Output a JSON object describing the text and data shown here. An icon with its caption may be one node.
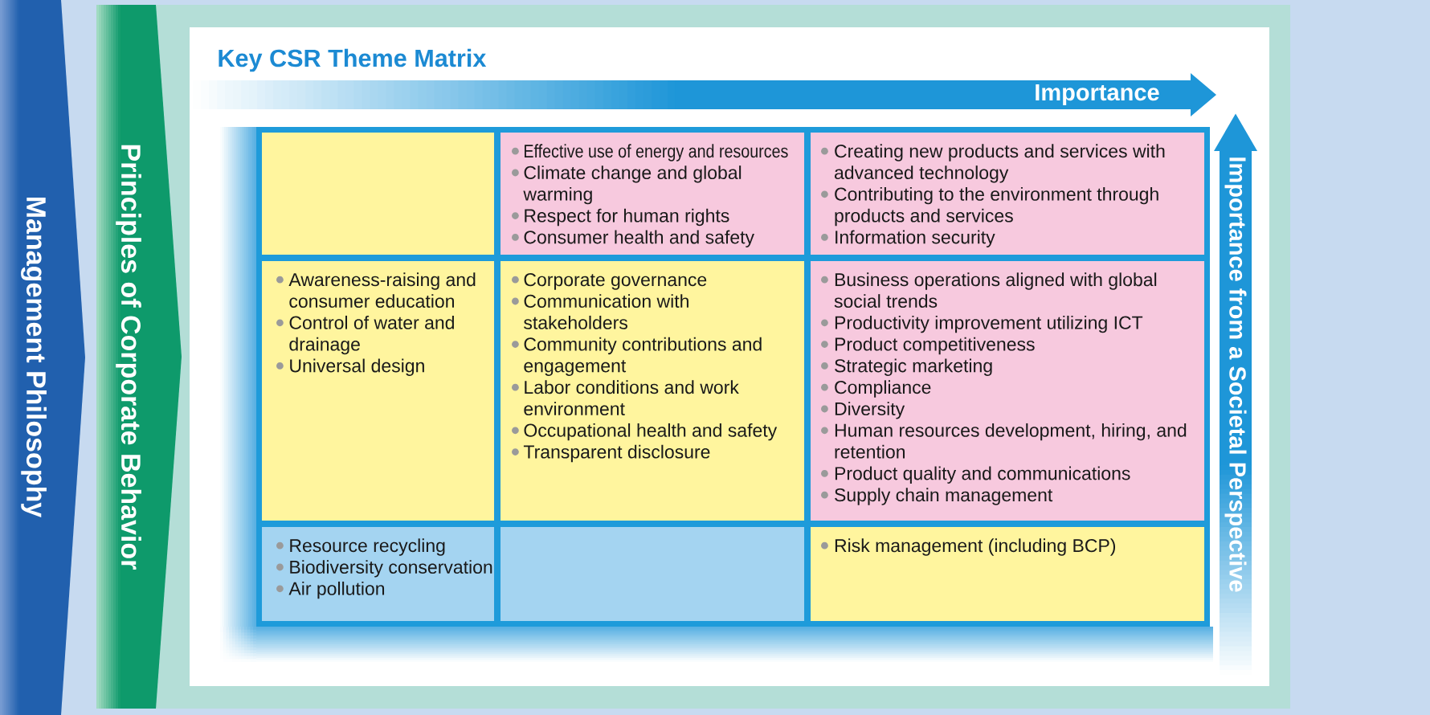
{
  "diagram": {
    "nodes": [
      {
        "text": [
          "Management Philosophy"
        ]
      },
      {
        "text": [
          "Principles of Corporate Behavior"
        ]
      },
      {
        "text": [
          "Key CSR Theme Matrix"
        ]
      },
      {
        "text": [
          "Importance"
        ],
        "in": 2
      },
      {
        "text": [
          "Importance from a Societal Perspective"
        ],
        "in": 2
      },
      {
        "text": [],
        "shape": "box",
        "in": 2
      },
      {
        "text": [
          "Effective use of energy and resources",
          "Climate change and global warming",
          "Respect for human rights",
          "Consumer health and safety"
        ],
        "in": 2
      },
      {
        "text": [
          "Creating new products and services with advanced technology",
          "Contributing to the environment through products and services",
          "Information security"
        ],
        "in": 2
      },
      {
        "text": [
          "Awareness-raising and consumer education",
          "Control of water and drainage",
          "Universal design"
        ],
        "in": 2
      },
      {
        "text": [
          "Corporate governance",
          "Communication with stakeholders",
          "Community contributions and engagement",
          "Labor conditions and work environment",
          "Occupational health and safety",
          "Transparent disclosure"
        ],
        "in": 2
      },
      {
        "text": [
          "Business operations aligned with global social trends",
          "Productivity improvement utilizing ICT",
          "Product competitiveness",
          "Strategic marketing",
          "Compliance",
          "Diversity",
          "Human resources development, hiring, and retention",
          "Product quality and communications",
          "Supply chain management"
        ],
        "in": 2
      },
      {
        "text": [
          "Resource recycling",
          "Biodiversity conservation",
          "Air pollution"
        ],
        "in": 2
      },
      {
        "text": [],
        "shape": "box",
        "in": 2
      },
      {
        "text": [
          "Risk management (including BCP)"
        ],
        "in": 2
      }
    ]
  }
}
